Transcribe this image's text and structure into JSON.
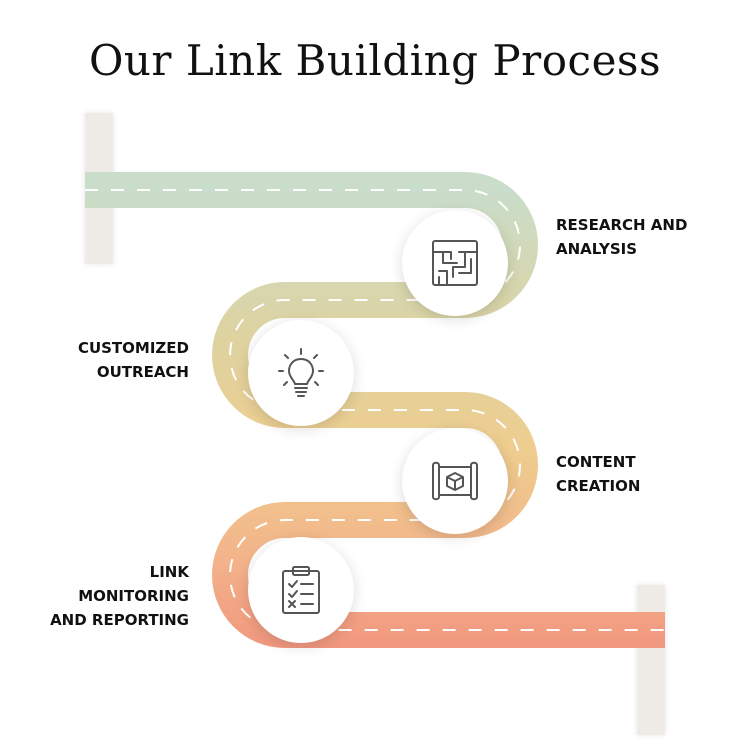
{
  "title": "Our Link Building Process",
  "colors": {
    "road_start": "#C9DDCA",
    "road_mid1": "#DDD3A2",
    "road_mid2": "#EECD8E",
    "road_mid3": "#F3B48A",
    "road_end": "#F1937E",
    "post": "#EFEBE6",
    "dash": "#ffffff",
    "icon_stroke": "#555555"
  },
  "steps": [
    {
      "label_lines": [
        "RESEARCH AND",
        "ANALYSIS"
      ],
      "icon": "maze-icon"
    },
    {
      "label_lines": [
        "CUSTOMIZED",
        "OUTREACH"
      ],
      "icon": "lightbulb-icon"
    },
    {
      "label_lines": [
        "CONTENT",
        "CREATION"
      ],
      "icon": "blueprint-icon"
    },
    {
      "label_lines": [
        "LINK",
        "MONITORING",
        "AND REPORTING"
      ],
      "icon": "clipboard-checklist-icon"
    }
  ]
}
